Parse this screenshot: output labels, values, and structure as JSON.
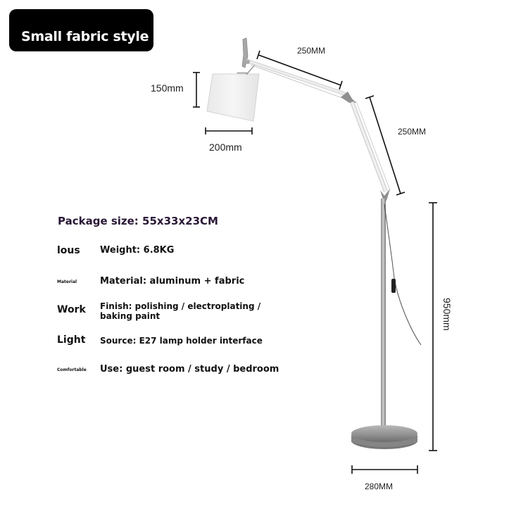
{
  "header": {
    "title": "Small fabric style"
  },
  "specs": {
    "package": "Package size: 55x33x23CM",
    "rows": [
      {
        "label": "lous",
        "label_size": "big",
        "value": "Weight: 6.8KG"
      },
      {
        "label": "Material",
        "label_size": "tiny",
        "value": "Material: aluminum + fabric"
      },
      {
        "label": "Work",
        "label_size": "big",
        "value": "Finish: polishing / electroplating / baking paint"
      },
      {
        "label": "Light",
        "label_size": "big",
        "value": "Source: E27 lamp holder interface"
      },
      {
        "label": "Comfortable",
        "label_size": "tiny",
        "value": "Use: guest room / study / bedroom"
      }
    ]
  },
  "dimensions": {
    "shade_height": "150mm",
    "shade_width": "200mm",
    "upper_arm": "250MM",
    "lower_arm": "250MM",
    "total_height": "950mm",
    "base_diameter": "280MM"
  },
  "colors": {
    "badge_bg": "#000000",
    "badge_text": "#ffffff",
    "package_text": "#2a1836",
    "metal": "#9a9a9a",
    "shade": "#f0f0f0"
  }
}
